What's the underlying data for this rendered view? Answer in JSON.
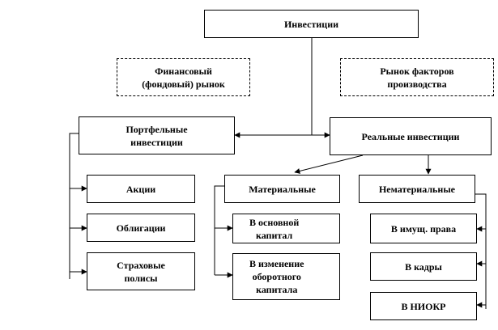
{
  "root": {
    "label": "Инвестиции"
  },
  "context": {
    "financial_market": "Финансовый\n(фондовый) рынок",
    "factor_market": "Рынок факторов\nпроизводства"
  },
  "portfolio": {
    "label": "Портфельные\nинвестиции",
    "children": [
      "Акции",
      "Облигации",
      "Страховые\nполисы"
    ]
  },
  "real": {
    "label": "Реальные инвестиции"
  },
  "material": {
    "label": "Материальные",
    "children": [
      "В основной\nкапитал",
      "В изменение\nоборотного\nкапитала"
    ]
  },
  "intangible": {
    "label": "Нематериальные",
    "children": [
      "В имущ. права",
      "В кадры",
      "В НИОКР"
    ]
  }
}
